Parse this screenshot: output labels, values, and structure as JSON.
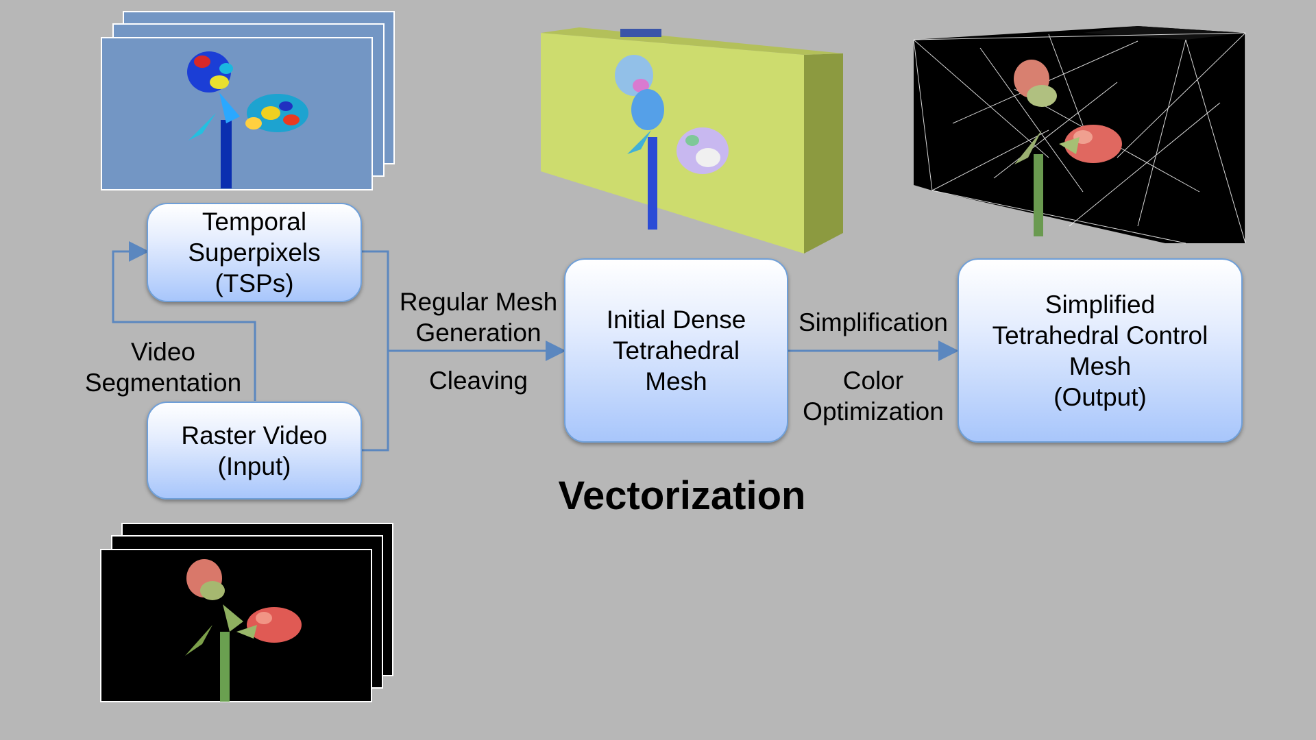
{
  "nodes": {
    "tsp": "Temporal\nSuperpixels\n(TSPs)",
    "raster": "Raster Video\n(Input)",
    "dense": "Initial Dense\nTetrahedral\nMesh",
    "output": "Simplified\nTetrahedral Control\nMesh\n(Output)"
  },
  "edges": {
    "video_segmentation": "Video\nSegmentation",
    "regular_mesh": "Regular Mesh\nGeneration",
    "cleaving": "Cleaving",
    "simplification": "Simplification",
    "color_optimization": "Color\nOptimization"
  },
  "title": "Vectorization",
  "colors": {
    "background": "#b7b7b7",
    "connector": "#5b87bf",
    "node_border": "#6f9fd8",
    "tsp_frame": "#7396c4",
    "mesh_block_front": "#cddc6e",
    "mesh_block_side": "#8c9a40",
    "video_frame": "#000000"
  },
  "icons": {
    "tsp_stack": "segmented-flower-frames-icon",
    "video_stack": "flower-video-frames-icon",
    "dense_mesh": "colored-mesh-block-icon",
    "output_mesh": "wireframe-mesh-block-icon"
  }
}
